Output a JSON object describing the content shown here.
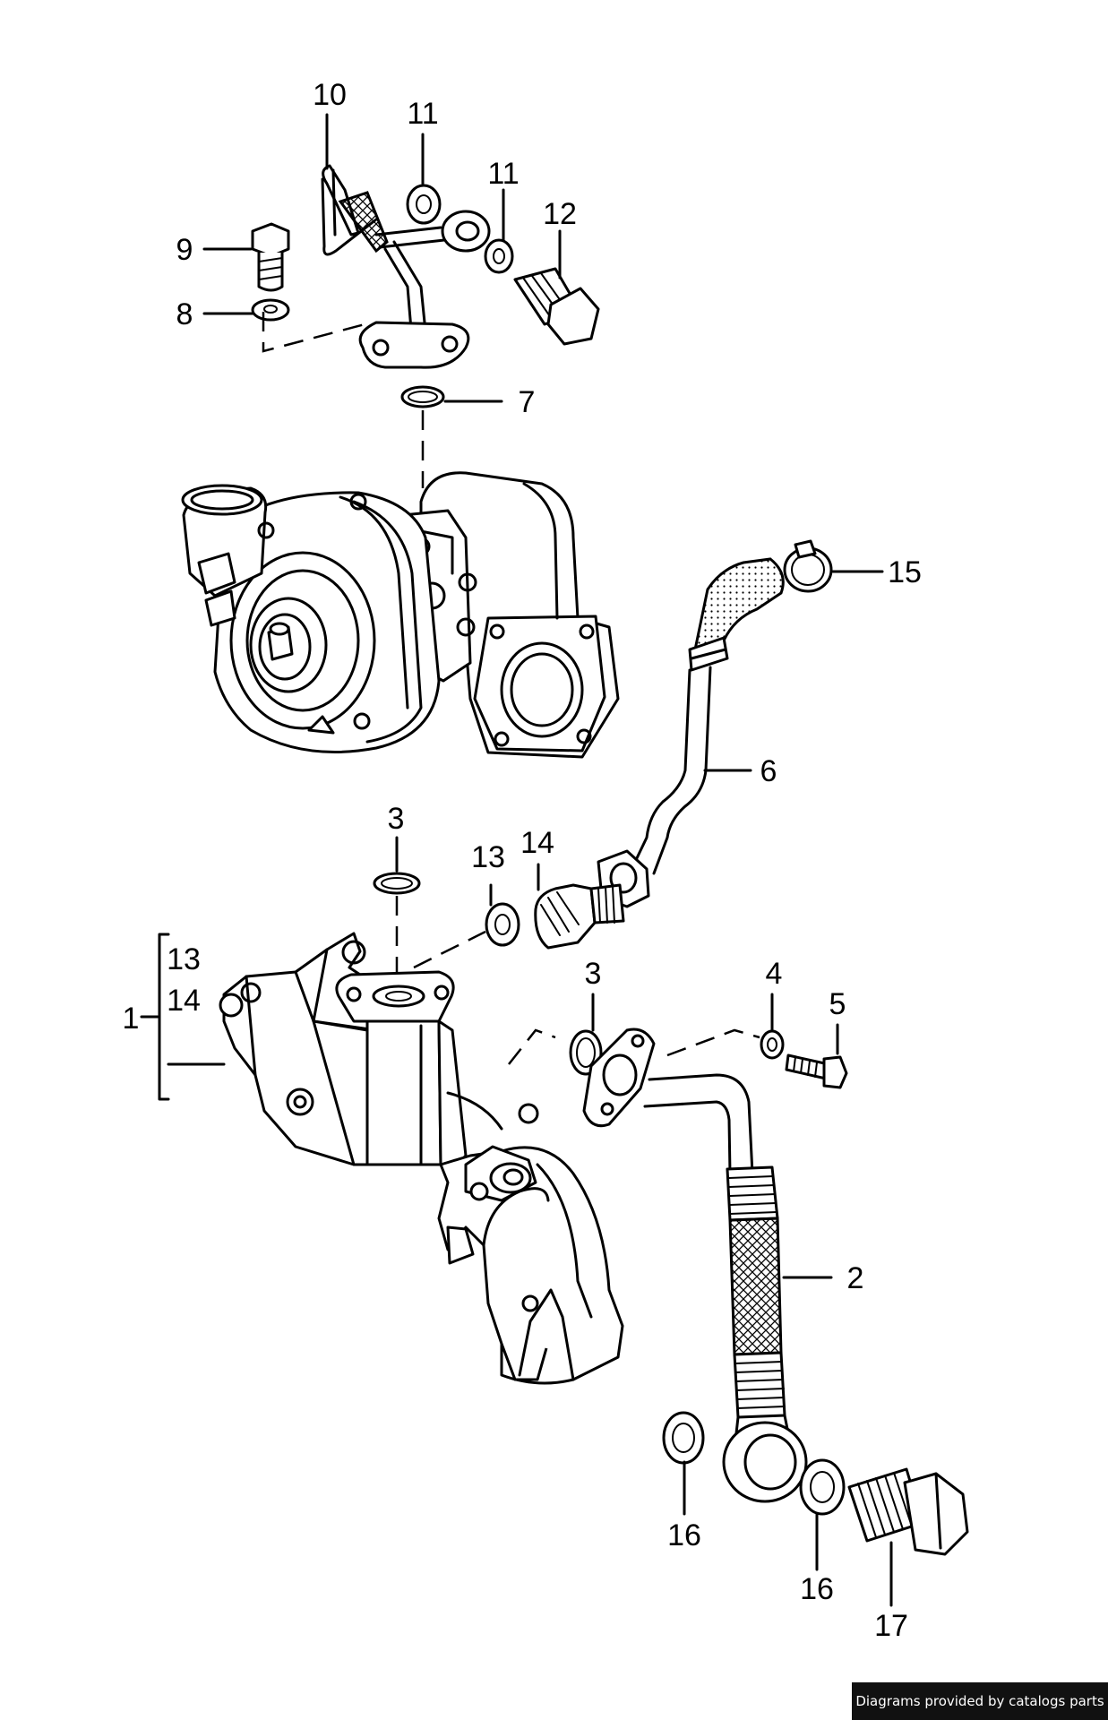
{
  "callouts": {
    "c1": "1",
    "c2": "2",
    "c3a": "3",
    "c3b": "3",
    "c4": "4",
    "c5": "5",
    "c6": "6",
    "c7": "7",
    "c8": "8",
    "c9": "9",
    "c10": "10",
    "c11a": "11",
    "c11b": "11",
    "c12": "12",
    "c13a": "13",
    "c13b": "13",
    "c14a": "14",
    "c14b": "14",
    "c15": "15",
    "c16a": "16",
    "c16b": "16",
    "c17": "17"
  },
  "footer": {
    "credit": "Diagrams provided by catalogs parts",
    "background": "#111111",
    "text_color": "#ffffff"
  }
}
